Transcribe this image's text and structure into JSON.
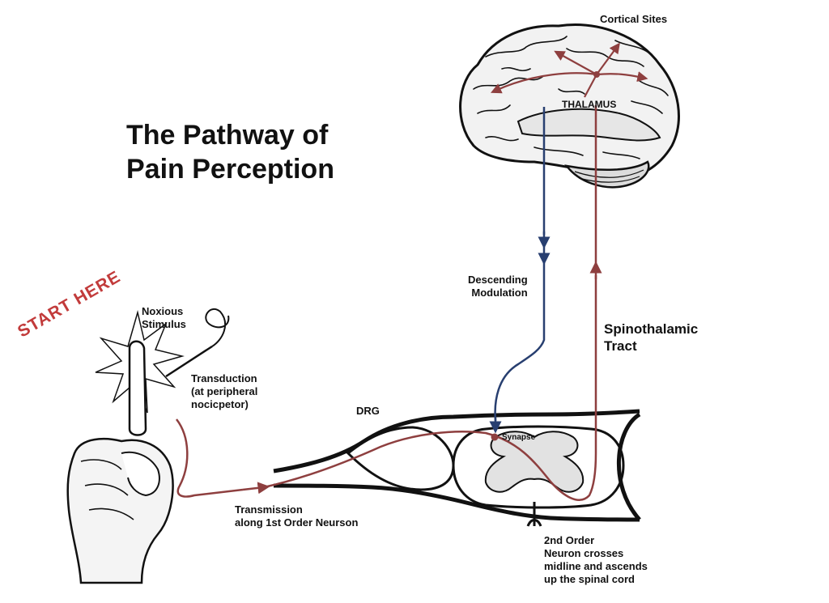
{
  "title": "The Pathway of\nPain Perception",
  "start_label": "START HERE",
  "labels": {
    "cortical_sites": "Cortical Sites",
    "thalamus": "THALAMUS",
    "descending_modulation": "Descending\nModulation",
    "spinothalamic_tract": "Spinothalamic\nTract",
    "noxious_stimulus": "Noxious\nStimulus",
    "transduction": "Transduction\n(at peripheral\nnocicpetor)",
    "drg": "DRG",
    "synapse": "Synapse",
    "transmission": "Transmission\nalong 1st Order Neurson",
    "second_order": "2nd Order\nNeuron crosses\nmidline and ascends\nup the spinal cord"
  },
  "colors": {
    "ascending_pathway": "#8e3f3f",
    "descending_pathway": "#283f70",
    "start_label": "#c23b3b",
    "grey_matter": "#e2e2e2",
    "outline": "#111111"
  }
}
